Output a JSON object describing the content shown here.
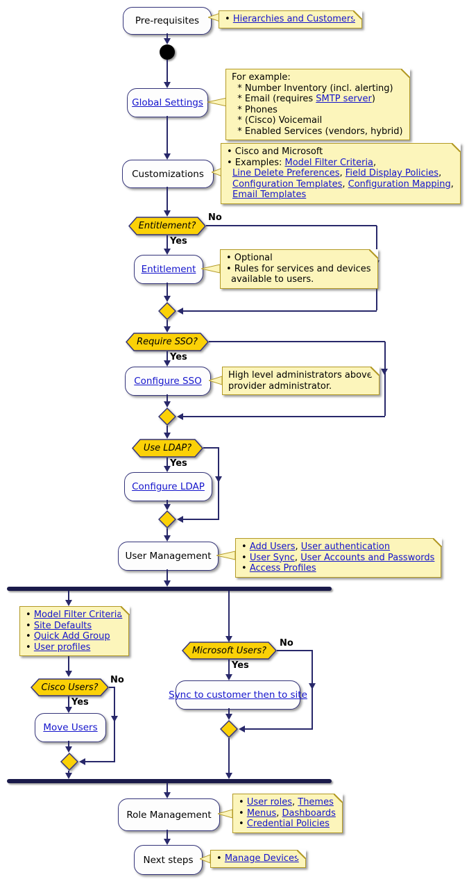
{
  "colors": {
    "arrow": "#28286a",
    "border": "#34347a",
    "fill": "#fdfdfd",
    "gold": "#fbd107",
    "bar": "#1a1a4a",
    "link": "#1414cc",
    "noteFill": "#fcf5bb",
    "noteBorder": "#b39a26"
  },
  "activities": {
    "prerequisites": {
      "label": "Pre-requisites"
    },
    "global_settings": {
      "label": "Global Settings"
    },
    "customizations": {
      "label": "Customizations"
    },
    "entitlement": {
      "label": "Entitlement"
    },
    "configure_sso": {
      "label": "Configure SSO"
    },
    "configure_ldap": {
      "label": "Configure LDAP"
    },
    "user_management": {
      "label": "User Management"
    },
    "move_users": {
      "label": "Move Users"
    },
    "sync_to_site": {
      "label": "Sync to customer then to site"
    },
    "role_management": {
      "label": "Role Management"
    },
    "next_steps": {
      "label": "Next steps"
    }
  },
  "decisions": {
    "entitlement": {
      "label": "Entitlement?",
      "yes": "Yes",
      "no": "No"
    },
    "sso": {
      "label": "Require SSO?",
      "yes": "Yes"
    },
    "ldap": {
      "label": "Use LDAP?",
      "yes": "Yes"
    },
    "cisco": {
      "label": "Cisco Users?",
      "yes": "Yes",
      "no": "No"
    },
    "microsoft": {
      "label": "Microsoft Users?",
      "yes": "Yes",
      "no": "No"
    }
  },
  "notes": {
    "prerequisites": {
      "lines": [
        {
          "segs": [
            {
              "t": "• "
            },
            {
              "t": "Hierarchies and Customers",
              "link": true
            }
          ]
        }
      ]
    },
    "global_settings": {
      "lines": [
        {
          "segs": [
            {
              "t": "For example:"
            }
          ]
        },
        {
          "segs": [
            {
              "t": "  * Number Inventory (incl. alerting)"
            }
          ]
        },
        {
          "segs": [
            {
              "t": "  * Email (requires "
            },
            {
              "t": "SMTP server",
              "link": true
            },
            {
              "t": ")"
            }
          ]
        },
        {
          "segs": [
            {
              "t": "  * Phones"
            }
          ]
        },
        {
          "segs": [
            {
              "t": "  * (Cisco) Voicemail"
            }
          ]
        },
        {
          "segs": [
            {
              "t": "  * Enabled Services (vendors, hybrid)"
            }
          ]
        }
      ]
    },
    "customizations": {
      "lines": [
        {
          "segs": [
            {
              "t": "• Cisco and Microsoft"
            }
          ]
        },
        {
          "segs": [
            {
              "t": "• Examples: "
            },
            {
              "t": "Model Filter Criteria",
              "link": true
            },
            {
              "t": ","
            }
          ]
        },
        {
          "indent": 8,
          "segs": [
            {
              "t": "Line Delete Preferences",
              "link": true
            },
            {
              "t": ", "
            },
            {
              "t": "Field Display Policies",
              "link": true
            },
            {
              "t": ","
            }
          ]
        },
        {
          "indent": 8,
          "segs": [
            {
              "t": "Configuration Templates",
              "link": true
            },
            {
              "t": ", "
            },
            {
              "t": "Configuration Mapping",
              "link": true
            },
            {
              "t": ","
            }
          ]
        },
        {
          "indent": 8,
          "segs": [
            {
              "t": "Email Templates",
              "link": true
            }
          ]
        }
      ]
    },
    "entitlement": {
      "lines": [
        {
          "segs": [
            {
              "t": "• Optional"
            }
          ]
        },
        {
          "segs": [
            {
              "t": "• Rules for services and devices"
            }
          ]
        },
        {
          "indent": 7,
          "segs": [
            {
              "t": "available to users."
            }
          ]
        }
      ]
    },
    "sso": {
      "lines": [
        {
          "segs": [
            {
              "t": "High level administrators above"
            }
          ]
        },
        {
          "segs": [
            {
              "t": "provider administrator."
            }
          ]
        }
      ]
    },
    "user_management": {
      "lines": [
        {
          "segs": [
            {
              "t": "• "
            },
            {
              "t": "Add Users",
              "link": true
            },
            {
              "t": ", "
            },
            {
              "t": "User authentication",
              "link": true
            }
          ]
        },
        {
          "segs": [
            {
              "t": "• "
            },
            {
              "t": "User Sync",
              "link": true
            },
            {
              "t": ", "
            },
            {
              "t": "User Accounts and Passwords",
              "link": true
            }
          ]
        },
        {
          "segs": [
            {
              "t": "• "
            },
            {
              "t": "Access Profiles",
              "link": true
            }
          ]
        }
      ]
    },
    "left_branch": {
      "lines": [
        {
          "segs": [
            {
              "t": "• "
            },
            {
              "t": "Model Filter Criteria",
              "link": true
            }
          ]
        },
        {
          "segs": [
            {
              "t": "• "
            },
            {
              "t": "Site Defaults",
              "link": true
            }
          ]
        },
        {
          "segs": [
            {
              "t": "• "
            },
            {
              "t": "Quick Add Group",
              "link": true
            }
          ]
        },
        {
          "segs": [
            {
              "t": "• "
            },
            {
              "t": "User profiles",
              "link": true
            }
          ]
        }
      ]
    },
    "role_management": {
      "lines": [
        {
          "segs": [
            {
              "t": "• "
            },
            {
              "t": "User roles",
              "link": true
            },
            {
              "t": ", "
            },
            {
              "t": "Themes",
              "link": true
            }
          ]
        },
        {
          "segs": [
            {
              "t": "• "
            },
            {
              "t": "Menus",
              "link": true
            },
            {
              "t": ", "
            },
            {
              "t": "Dashboards",
              "link": true
            }
          ]
        },
        {
          "segs": [
            {
              "t": "• "
            },
            {
              "t": "Credential Policies",
              "link": true
            }
          ]
        }
      ]
    },
    "next_steps": {
      "lines": [
        {
          "segs": [
            {
              "t": "• "
            },
            {
              "t": "Manage Devices",
              "link": true
            }
          ]
        }
      ]
    }
  }
}
